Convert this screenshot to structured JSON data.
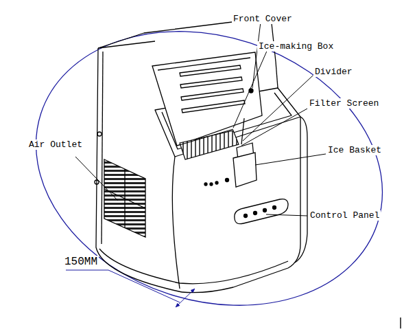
{
  "diagram": {
    "labels": [
      "Front Cover",
      "Ice-making Box",
      "Divider",
      "Filter Screen",
      "Ice Basket",
      "Air Outlet",
      "Control Panel",
      "150MM"
    ]
  }
}
